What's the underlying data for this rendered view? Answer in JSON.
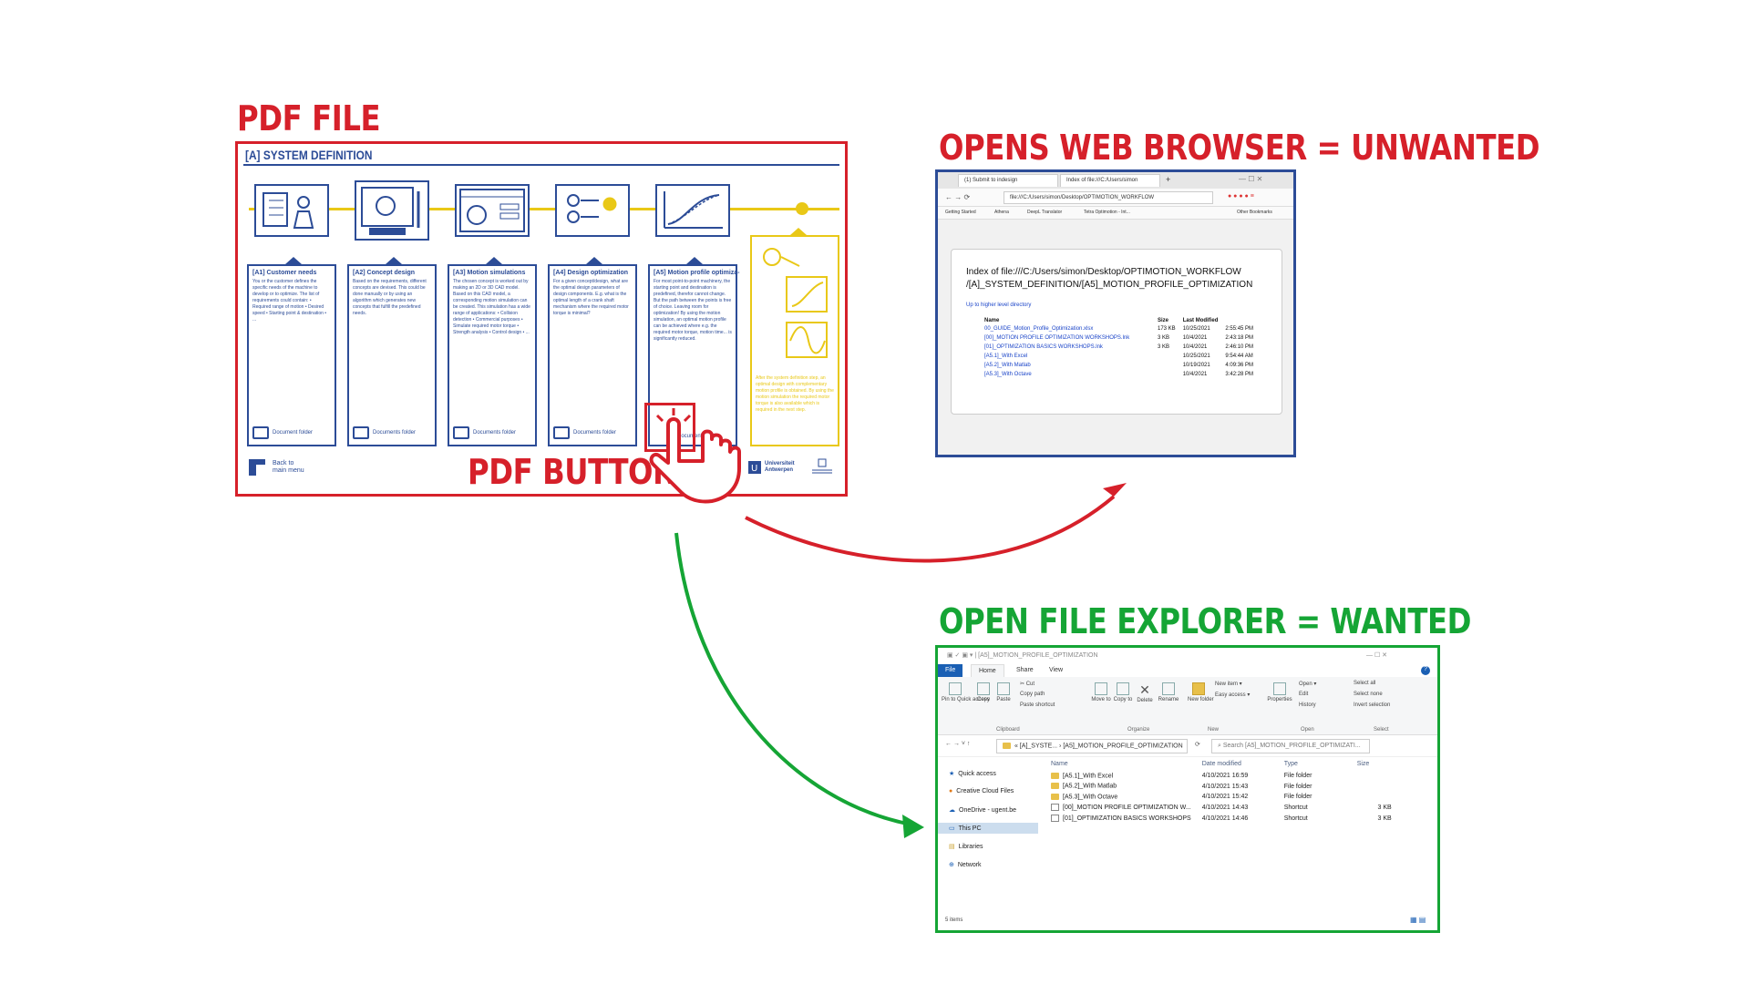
{
  "titles": {
    "pdf_file": "PDF FILE",
    "pdf_button": "PDF BUTTON",
    "browser": "OPENS WEB BROWSER = UNWANTED",
    "explorer": "OPEN FILE EXPLORER = WANTED"
  },
  "colors": {
    "red": "#d6202a",
    "green": "#15a535",
    "blue": "#2c4c97",
    "yellow": "#e9c817"
  },
  "pdf": {
    "header": "[A] SYSTEM DEFINITION",
    "back_label": "Back to main menu",
    "uni_label": "Universiteit Antwerpen",
    "cards": [
      {
        "title": "[A1] Customer needs",
        "text": "You or the customer defines the specific needs of the machine to develop or to optimize. The list of requirements could contain: • Required range of motion • Desired speed • Starting point & destination • ...",
        "foot": "Document folder"
      },
      {
        "title": "[A2] Concept design",
        "text": "Based on the requirements, different concepts are devised. This could be done manually or by using an algorithm which generates new concepts that fulfill the predefined needs.",
        "foot": "Documents folder"
      },
      {
        "title": "[A3] Motion simulations",
        "text": "The chosen concept is worked out by making an 2D or 3D CAD model. Based on this CAD model, a corresponding motion simulation can be created. This simulation has a wide range of applications: • Collision detection • Commercial purposes • Simulate required motor torque • Strength analysis • Control design • ...",
        "foot": "Documents folder"
      },
      {
        "title": "[A4] Design optimization",
        "text": "For a given concept/design, what are the optimal design parameters of design components. E.g. what is the optimal length of a crank shaft mechanism where the required motor torque is minimal?",
        "foot": "Documents folder"
      },
      {
        "title": "[A5] Motion profile optimiza-",
        "text": "For most point-to-point machinery, the starting point and destination is predefined, therefor cannot change. But the path between the points is free of choice. Leaving room for optimization! By using the motion simulation, an optimal motion profile can be achieved where e.g. the required motor torque, motion time... is significantly reduced.",
        "foot": "Documents folder"
      },
      {
        "title": "",
        "text": "After the system definition step, an optimal design with complementary motion profile is obtained. By using the motion simulation the required motor torque is also available which is required in the next step.",
        "foot": ""
      }
    ]
  },
  "browser": {
    "tabs": [
      "(1) Submit to indesign",
      "Index of file:///C:/Users/simon"
    ],
    "url": "file:///C:/Users/simon/Desktop/OPTIMOTION_WORKFLOW",
    "bookmarks": [
      "Getting Started",
      "Athena",
      "DeepL Translator",
      "Tetra Optimotion - Int...",
      "Other Bookmarks"
    ],
    "index_title": "Index of file:///C:/Users/simon/Desktop/OPTIMOTION_WORKFLOW /[A]_SYSTEM_DEFINITION/[A5]_MOTION_PROFILE_OPTIMIZATION",
    "up_link": "Up to higher level directory",
    "columns": [
      "Name",
      "Size",
      "Last Modified"
    ],
    "rows": [
      [
        "00_GUIDE_Motion_Profile_Optimization.xlsx",
        "173 KB",
        "10/25/2021",
        "2:55:45 PM"
      ],
      [
        "[00]_MOTION PROFILE OPTIMIZATION WORKSHOPS.lnk",
        "3 KB",
        "10/4/2021",
        "2:43:18 PM"
      ],
      [
        "[01]_OPTIMIZATION BASICS WORKSHOPS.lnk",
        "3 KB",
        "10/4/2021",
        "2:46:10 PM"
      ],
      [
        "[A5.1]_With Excel",
        "",
        "10/25/2021",
        "9:54:44 AM"
      ],
      [
        "[A5.2]_With Matlab",
        "",
        "10/19/2021",
        "4:09:36 PM"
      ],
      [
        "[A5.3]_With Octave",
        "",
        "10/4/2021",
        "3:42:28 PM"
      ]
    ]
  },
  "explorer": {
    "window_title": "[A5]_MOTION_PROFILE_OPTIMIZATION",
    "ribbon_tabs": [
      "File",
      "Home",
      "Share",
      "View"
    ],
    "ribbon": {
      "clipboard": [
        "Pin to Quick access",
        "Copy",
        "Paste",
        "Cut",
        "Copy path",
        "Paste shortcut"
      ],
      "organize": [
        "Move to",
        "Copy to",
        "Delete",
        "Rename"
      ],
      "new": [
        "New folder",
        "New item",
        "Easy access"
      ],
      "open": [
        "Properties",
        "Open",
        "Edit",
        "History"
      ],
      "select": [
        "Select all",
        "Select none",
        "Invert selection"
      ],
      "groups": [
        "Clipboard",
        "Organize",
        "New",
        "Open",
        "Select"
      ]
    },
    "path": [
      "[A]_SYSTE...",
      "[A5]_MOTION_PROFILE_OPTIMIZATION"
    ],
    "search_placeholder": "Search [A5]_MOTION_PROFILE_OPTIMIZATI...",
    "nav": [
      "Quick access",
      "Creative Cloud Files",
      "OneDrive - ugent.be",
      "This PC",
      "Libraries",
      "Network"
    ],
    "columns": [
      "Name",
      "Date modified",
      "Type",
      "Size"
    ],
    "rows": [
      [
        "[A5.1]_With Excel",
        "4/10/2021 16:59",
        "File folder",
        ""
      ],
      [
        "[A5.2]_With Matlab",
        "4/10/2021 15:43",
        "File folder",
        ""
      ],
      [
        "[A5.3]_With Octave",
        "4/10/2021 15:42",
        "File folder",
        ""
      ],
      [
        "[00]_MOTION PROFILE OPTIMIZATION W...",
        "4/10/2021 14:43",
        "Shortcut",
        "3 KB"
      ],
      [
        "[01]_OPTIMIZATION BASICS WORKSHOPS",
        "4/10/2021 14:46",
        "Shortcut",
        "3 KB"
      ]
    ],
    "status": "5 items"
  }
}
